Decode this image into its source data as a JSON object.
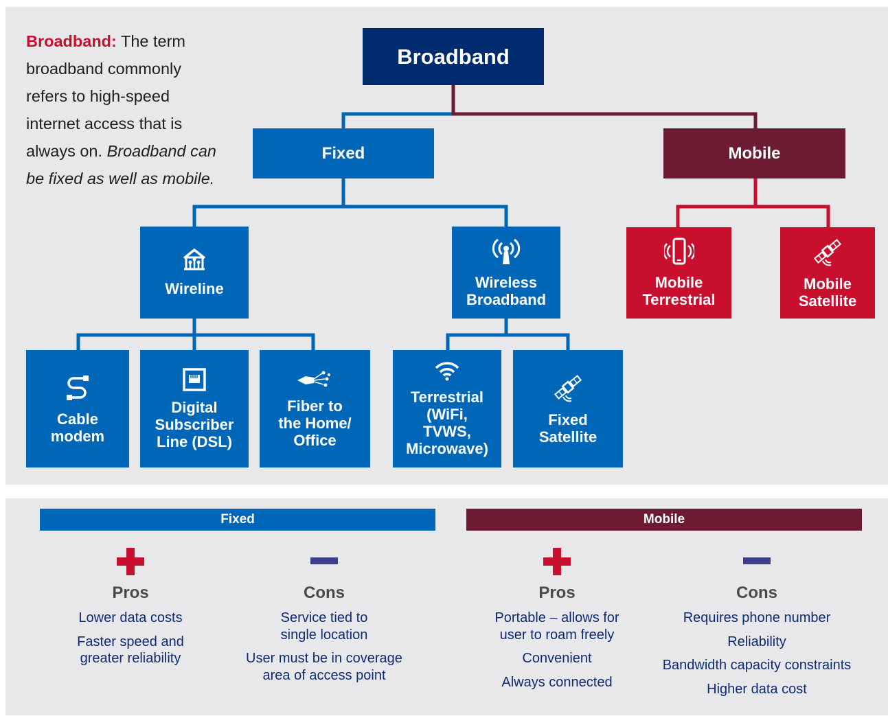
{
  "intro": {
    "lead": "Broadband:",
    "text": " The term broadband commonly refers to high-speed internet access that is always on. ",
    "italic": "Broadband can be fixed as well as mobile."
  },
  "tree": {
    "root": "Broadband",
    "fixed": "Fixed",
    "mobile": "Mobile",
    "wireline": "Wireline",
    "wireless": "Wireless\nBroadband",
    "cable": "Cable\nmodem",
    "dsl": "Digital\nSubscriber\nLine (DSL)",
    "fiber": "Fiber to\nthe Home/\nOffice",
    "terrestrial": "Terrestrial\n(WiFi,\nTVWS,\nMicrowave)",
    "fixed_satellite": "Fixed\nSatellite",
    "mobile_terrestrial": "Mobile\nTerrestrial",
    "mobile_satellite": "Mobile\nSatellite"
  },
  "comparison": {
    "fixed_label": "Fixed",
    "mobile_label": "Mobile",
    "fixed_pros": {
      "head": "Pros",
      "items": [
        "Lower data costs",
        "Faster speed and greater reliability"
      ]
    },
    "fixed_cons": {
      "head": "Cons",
      "items": [
        "Service tied to single location",
        "User must be in coverage area of access point"
      ]
    },
    "mobile_pros": {
      "head": "Pros",
      "items": [
        "Portable – allows for user to roam freely",
        "Convenient",
        "Always connected"
      ]
    },
    "mobile_cons": {
      "head": "Cons",
      "items": [
        "Requires phone number",
        "Reliability",
        "Bandwidth capacity constraints",
        "Higher data cost"
      ]
    }
  },
  "colors": {
    "navy": "#002b6e",
    "blue": "#0067b8",
    "maroon": "#6c1b33",
    "red": "#c8102e",
    "minus": "#3b3f8c"
  },
  "icons": [
    "house-network-icon",
    "antenna-icon",
    "phone-signal-icon",
    "satellite-icon",
    "cable-icon",
    "ethernet-port-icon",
    "fiber-optic-icon",
    "wifi-icon"
  ]
}
